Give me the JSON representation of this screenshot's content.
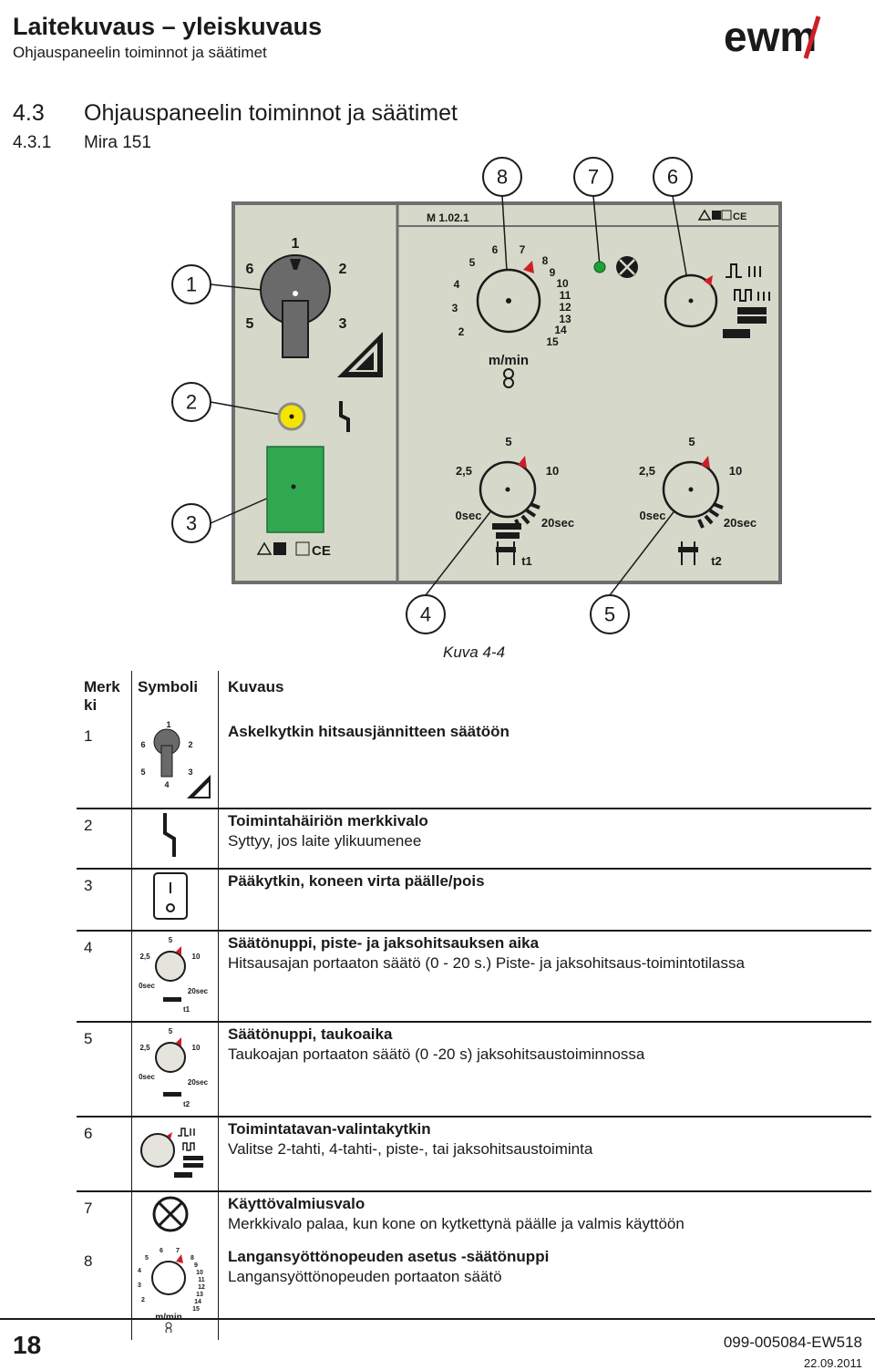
{
  "header": {
    "title": "Laitekuvaus – yleiskuvaus",
    "subtitle": "Ohjauspaneelin toiminnot ja säätimet",
    "logo_text": "ewm",
    "brand_color": "#cc1f27"
  },
  "section": {
    "number": "4.3",
    "title": "Ohjauspaneelin toiminnot ja säätimet"
  },
  "subsection": {
    "number": "4.3.1",
    "title": "Mira 151"
  },
  "panel": {
    "model_label": "M 1.02.1",
    "callouts": [
      "8",
      "7",
      "6",
      "1",
      "2",
      "3",
      "4",
      "5"
    ],
    "step_switch_labels": [
      "1",
      "2",
      "3",
      "5",
      "6"
    ],
    "wire_speed_scale": [
      "2",
      "3",
      "4",
      "5",
      "6",
      "7",
      "8",
      "9",
      "10",
      "11",
      "12",
      "13",
      "14",
      "15"
    ],
    "wire_speed_unit": "m/min",
    "timer_scale": [
      "2,5",
      "5",
      "10",
      "0sec",
      "20sec"
    ],
    "timer_labels": [
      "t1",
      "t2"
    ],
    "panel_color": "#d6d8c9",
    "switch_color": "#2fa84f",
    "fault_lamp_color": "#f5e400",
    "ready_lamp_color": "#1f9e3a"
  },
  "caption": "Kuva 4-4",
  "legend": {
    "headers": {
      "mark": "Merk ki",
      "symbol": "Symboli",
      "desc": "Kuvaus"
    },
    "rows": [
      {
        "mark": "1",
        "symbol": "step-switch-icon",
        "title": "Askelkytkin hitsausjännitteen säätöön",
        "text": "",
        "sym_labels": [
          "1",
          "2",
          "3",
          "4",
          "5",
          "6"
        ]
      },
      {
        "mark": "2",
        "symbol": "fault-lamp-icon",
        "title": "Toimintahäiriön merkkivalo",
        "text": "Syttyy, jos laite ylikuumenee"
      },
      {
        "mark": "3",
        "symbol": "main-switch-icon",
        "title": "Pääkytkin, koneen virta päälle/pois",
        "text": ""
      },
      {
        "mark": "4",
        "symbol": "timer-knob-icon",
        "title": "Säätönuppi, piste- ja jaksohitsauksen aika",
        "text": "Hitsausajan portaaton säätö (0 - 20 s.) Piste- ja jaksohitsaus-toimintotilassa",
        "sym_label": "t1"
      },
      {
        "mark": "5",
        "symbol": "timer-knob-icon",
        "title": "Säätönuppi, taukoaika",
        "text": "Taukoajan portaaton säätö (0 -20 s) jaksohitsaustoiminnossa",
        "sym_label": "t2"
      },
      {
        "mark": "6",
        "symbol": "mode-selector-icon",
        "title": "Toimintatavan-valintakytkin",
        "text": "Valitse 2-tahti, 4-tahti-, piste-, tai jaksohitsaustoiminta"
      },
      {
        "mark": "7",
        "symbol": "ready-lamp-icon",
        "title": "Käyttövalmiusvalo",
        "text": "Merkkivalo palaa, kun kone on kytkettynä päälle ja valmis käyttöön"
      },
      {
        "mark": "8",
        "symbol": "wire-speed-knob-icon",
        "title": "Langansyöttönopeuden asetus -säätönuppi",
        "text": "Langansyöttönopeuden portaaton säätö"
      }
    ]
  },
  "footer": {
    "page": "18",
    "doc_number": "099-005084-EW518",
    "date": "22.09.2011"
  }
}
